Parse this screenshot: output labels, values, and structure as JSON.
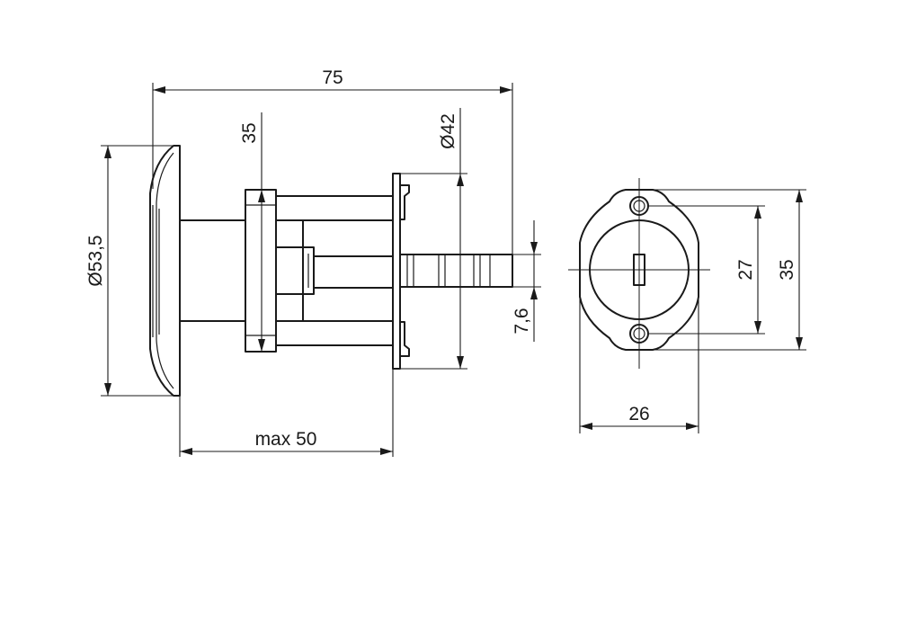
{
  "dimensions": {
    "overall_length": "75",
    "bracket_height": "35",
    "collar_diameter": "Ø42",
    "bezel_diameter": "Ø53,5",
    "spindle_size": "7,6",
    "body_max_length": "max 50",
    "front_hole_spacing": "27",
    "front_height": "35",
    "front_width": "26"
  }
}
